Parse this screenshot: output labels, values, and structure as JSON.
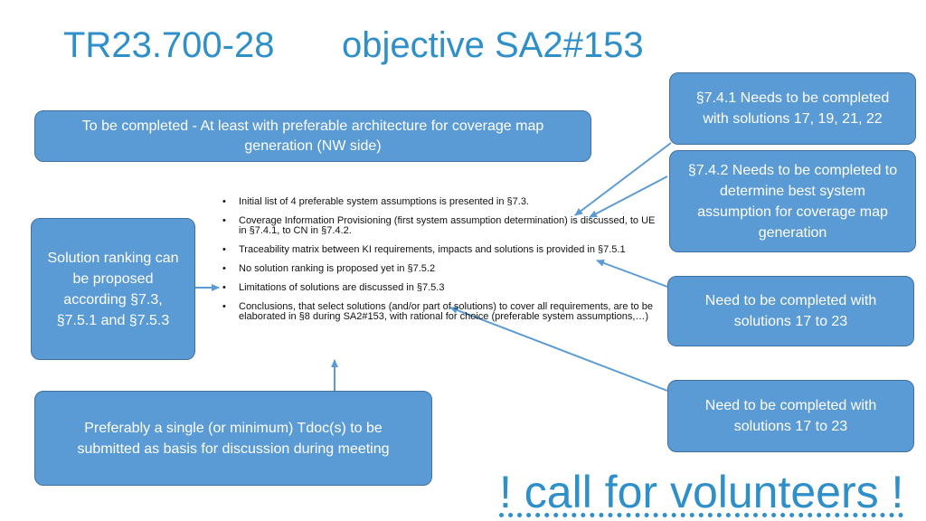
{
  "title": {
    "part1": "TR23.700-28",
    "part2": "objective SA2#153"
  },
  "boxes": {
    "to_be_completed": "To be completed - At least with preferable architecture for coverage map generation (NW side)",
    "solution_ranking": "Solution ranking can be proposed according §7.3, §7.5.1  and §7.5.3",
    "preferably_single": "Preferably a single (or minimum) Tdoc(s) to be submitted as basis for discussion during meeting",
    "s741": "§7.4.1 Needs to be completed with solutions 17, 19, 21, 22",
    "s742": "§7.4.2 Needs to be completed to determine best system assumption for coverage map generation",
    "need1": "Need to be completed with solutions 17 to 23",
    "need2": "Need to be completed with solutions 17 to 23"
  },
  "bullets": [
    "Initial list of 4 preferable system assumptions is presented in §7.3.",
    "Coverage Information Provisioning (first system assumption determination) is discussed, to UE in §7.4.1, to CN in §7.4.2.",
    "Traceability matrix between KI requirements, impacts and solutions is provided in §7.5.1",
    "No solution ranking is proposed yet in §7.5.2",
    "Limitations of solutions are discussed in §7.5.3",
    "Conclusions, that select solutions (and/or part of solutions) to cover all requirements, are to be elaborated in §8 during SA2#153, with rational for choice (preferable system assumptions,…)"
  ],
  "footer": {
    "call": "! call for volunteers !"
  },
  "colors": {
    "box_fill": "#5b9bd5",
    "box_border": "#41719c",
    "title": "#2e8fc9",
    "arrow": "#5b9bd5"
  }
}
